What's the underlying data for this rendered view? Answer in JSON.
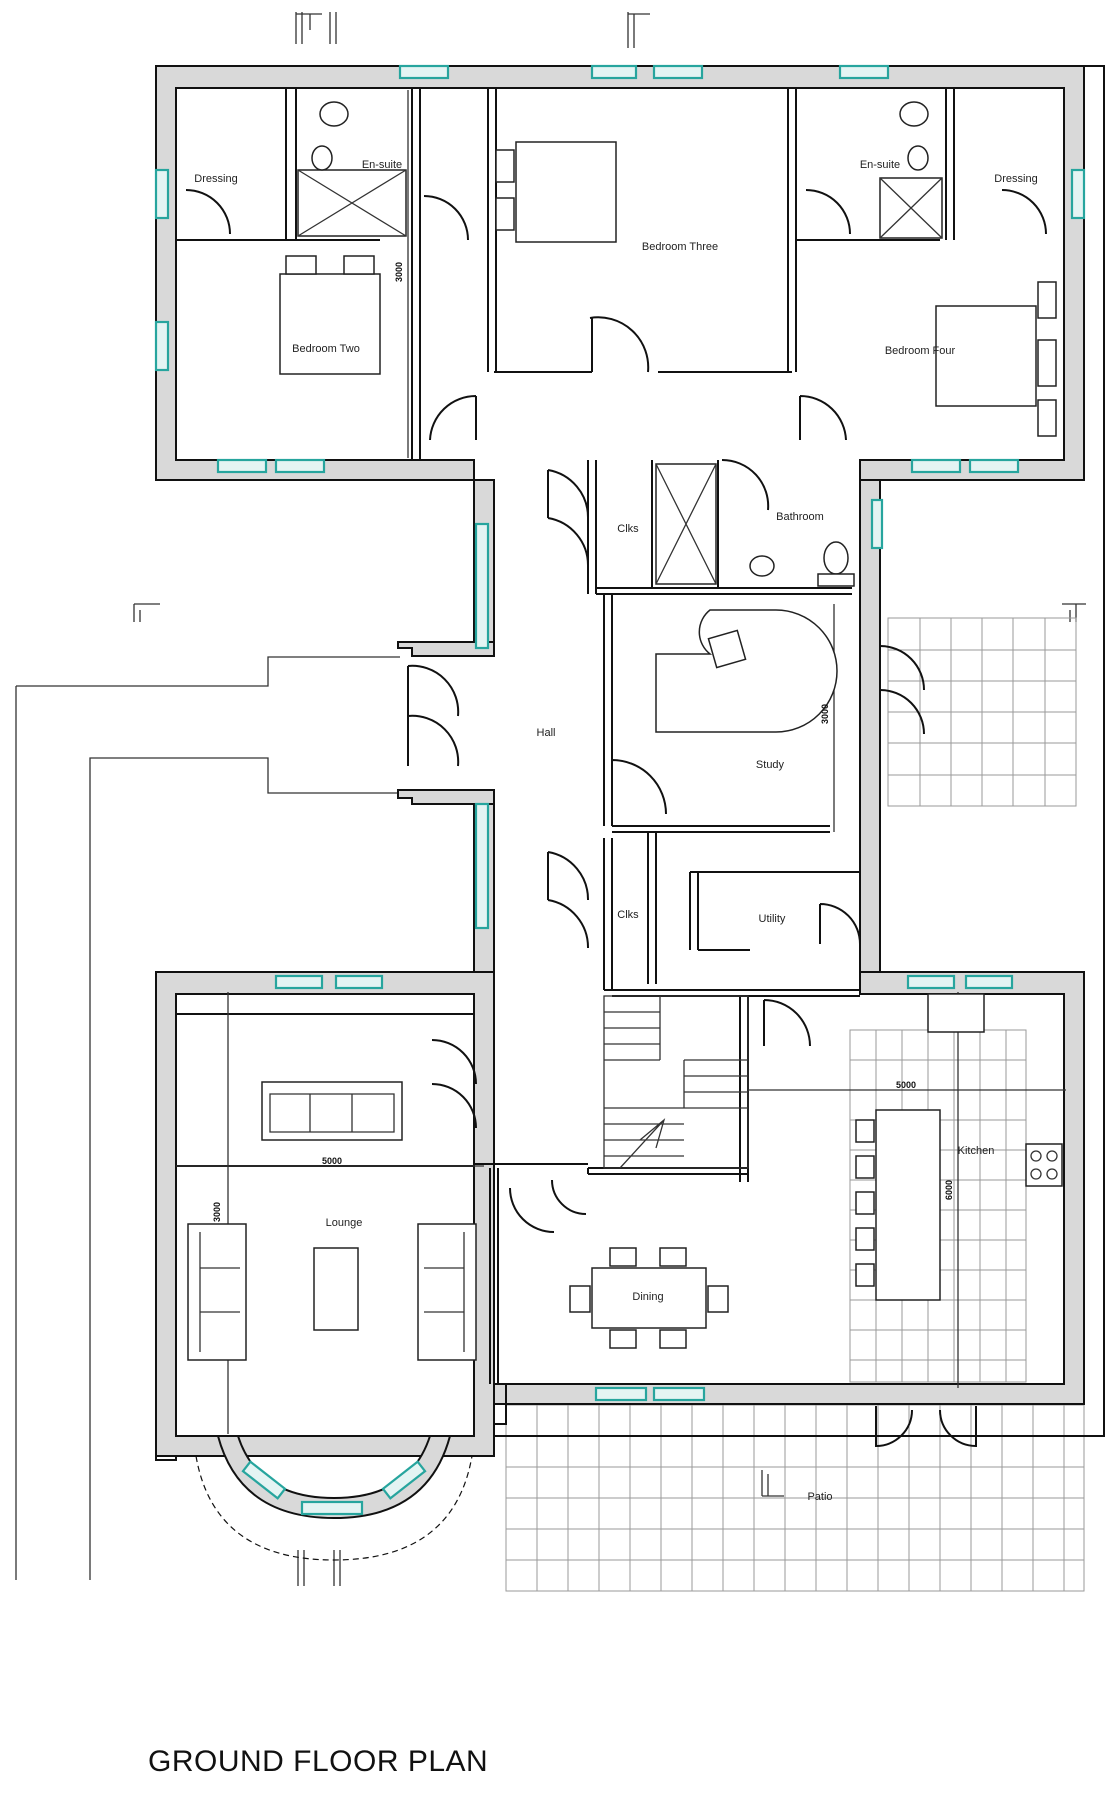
{
  "title": "GROUND FLOOR PLAN",
  "colors": {
    "wall_fill": "#d9d9d9",
    "line": "#111111",
    "window": "#27a59e"
  },
  "rooms": {
    "dressing_left": "Dressing",
    "ensuite_left": "En-suite",
    "bedroom_three": "Bedroom Three",
    "ensuite_right": "En-suite",
    "dressing_right": "Dressing",
    "bedroom_two": "Bedroom Two",
    "bedroom_four": "Bedroom Four",
    "clks_top": "Clks",
    "bathroom": "Bathroom",
    "hall": "Hall",
    "study": "Study",
    "clks_bottom": "Clks",
    "utility": "Utility",
    "lounge": "Lounge",
    "kitchen": "Kitchen",
    "dining": "Dining",
    "patio": "Patio"
  },
  "dimensions": {
    "bedroom_two": "3000",
    "study": "3000",
    "lounge_width": "5000",
    "lounge_side": "3000",
    "kitchen_width": "5000",
    "kitchen_side": "6000"
  }
}
